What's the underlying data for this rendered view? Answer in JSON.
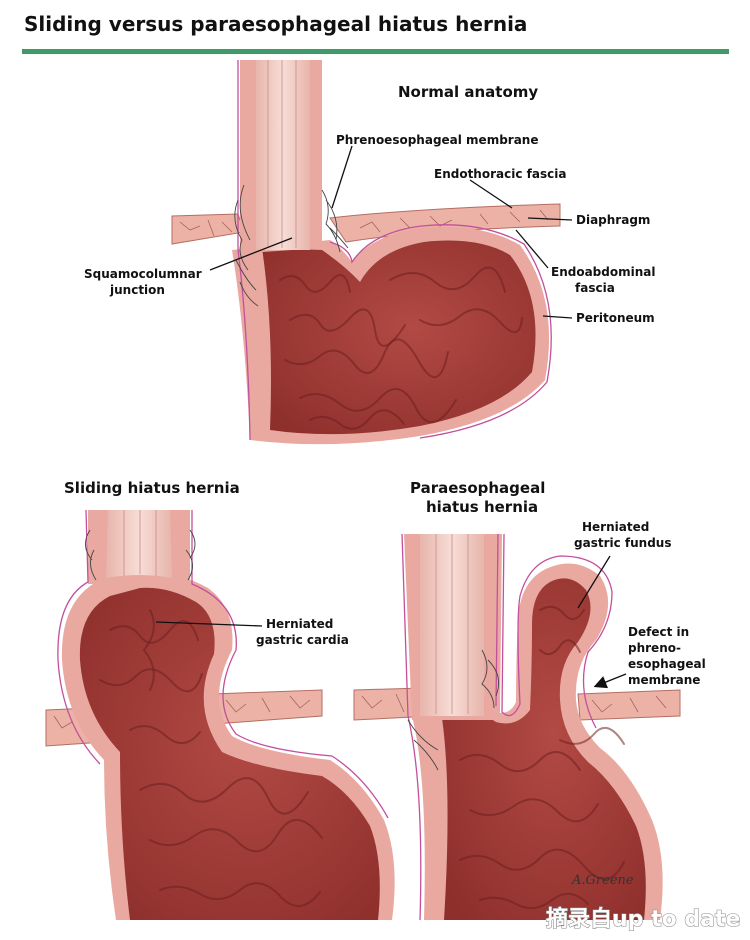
{
  "header": {
    "title": "Sliding versus paraesophageal hiatus hernia",
    "accent_color": "#3f9a6a"
  },
  "colors": {
    "stomach": "#a8403c",
    "stomach_dark": "#7d2624",
    "wall": "#e9a9a0",
    "fascia": "#c2509c",
    "diaphragm": "#ebb2a5",
    "esophagus_lumen": "#f2d0c8"
  },
  "panels": {
    "normal": {
      "heading": "Normal anatomy",
      "labels": {
        "phrenoesophageal": "Phrenoesophageal membrane",
        "endothoracic": "Endothoracic fascia",
        "diaphragm": "Diaphragm",
        "endoabdominal_1": "Endoabdominal",
        "endoabdominal_2": "fascia",
        "peritoneum": "Peritoneum",
        "squamo_1": "Squamocolumnar",
        "squamo_2": "junction"
      }
    },
    "sliding": {
      "heading": "Sliding hiatus hernia",
      "labels": {
        "herniated_1": "Herniated",
        "herniated_2": "gastric cardia"
      }
    },
    "paraesophageal": {
      "heading_1": "Paraesophageal",
      "heading_2": "hiatus hernia",
      "labels": {
        "fundus_1": "Herniated",
        "fundus_2": "gastric fundus",
        "defect_1": "Defect in",
        "defect_2": "phreno-",
        "defect_3": "esophageal",
        "defect_4": "membrane"
      }
    }
  },
  "signature": "A.Greene",
  "watermark": "摘录自up to date",
  "icons": [
    "arrow-icon"
  ]
}
